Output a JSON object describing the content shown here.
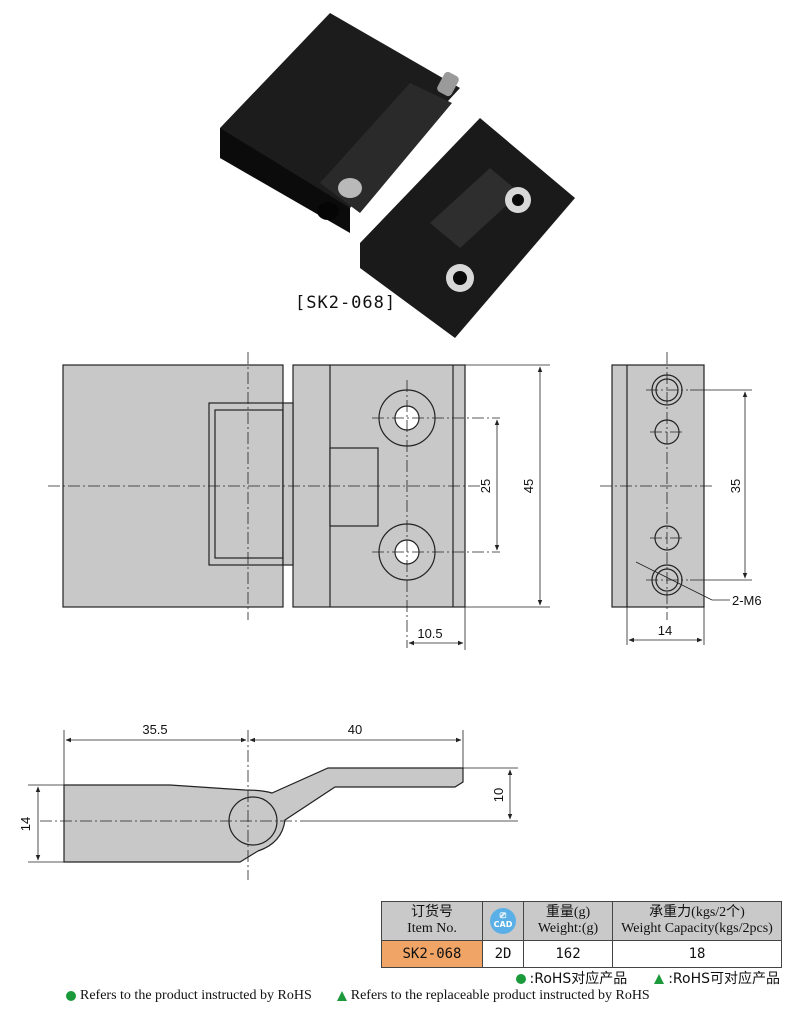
{
  "product": {
    "model_label": "[SK2-068]"
  },
  "dimensions": {
    "front_hole_spacing": "25",
    "front_height": "45",
    "front_offset": "10.5",
    "side_hole_spacing": "35",
    "side_thread": "2-M6",
    "side_width": "14",
    "top_left_length": "35.5",
    "top_right_length": "40",
    "top_height": "14",
    "top_offset": "10"
  },
  "spec_table": {
    "headers": {
      "item_cn": "订货号",
      "item_en": "Item No.",
      "cad_top": "CAD",
      "weight_cn": "重量(g)",
      "weight_en": "Weight:(g)",
      "capacity_cn": "承重力(kgs/2个)",
      "capacity_en": "Weight Capacity(kgs/2pcs)"
    },
    "row": {
      "item": "SK2-068",
      "cad": "2D",
      "weight": "162",
      "capacity": "18"
    }
  },
  "legend": {
    "cn_rohs": ":RoHS对应产品",
    "cn_replaceable": ":RoHS可对应产品",
    "en_rohs": "Refers to the product instructed by RoHS",
    "en_replaceable": "Refers to the replaceable product instructed by RoHS"
  },
  "colors": {
    "part_fill": "#c8c8c8",
    "photo_dark": "#161616",
    "item_cell": "#f0a566",
    "legend_green": "#1a9a3a",
    "cad_badge": "#5ab0e6"
  }
}
